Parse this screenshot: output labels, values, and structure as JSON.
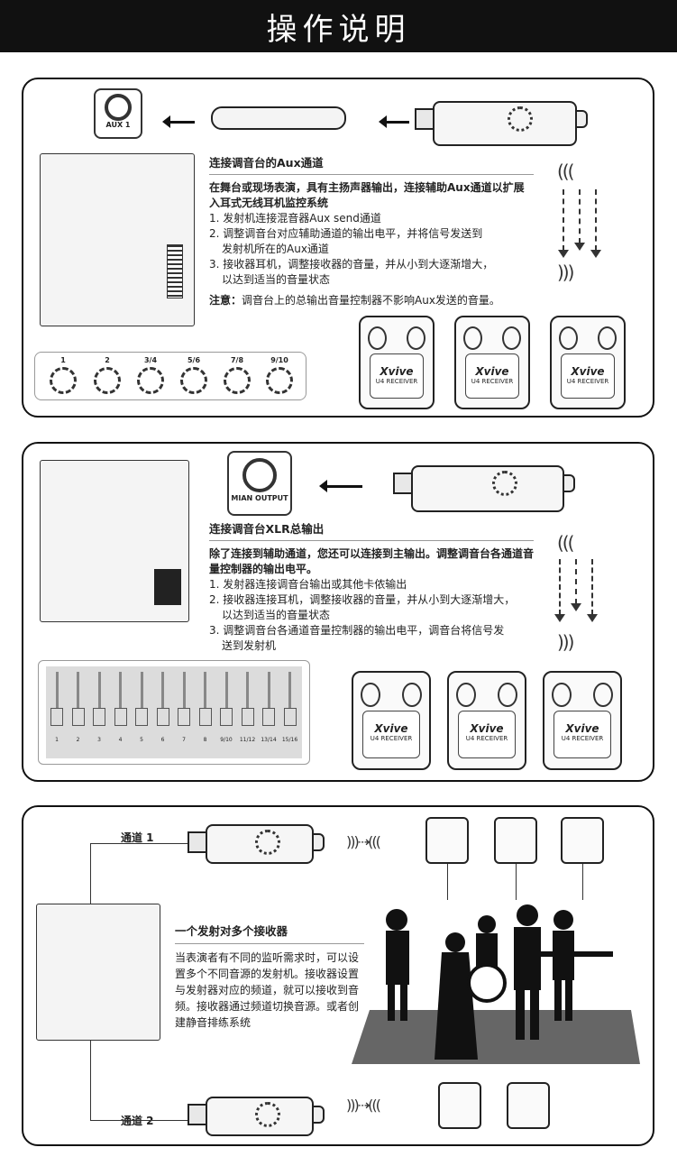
{
  "header": {
    "title": "操作说明"
  },
  "section1": {
    "jack_label": "AUX 1",
    "heading": "连接调音台的Aux通道",
    "lead": "在舞台或现场表演，具有主扬声器输出，连接辅助Aux通道以扩展入耳式无线耳机监控系统",
    "steps": [
      "1. 发射机连接混音器Aux send通道",
      "2. 调整调音台对应辅助通道的输出电平，并将信号发送到",
      "发射机所在的Aux通道",
      "3. 接收器耳机，调整接收器的音量，并从小到大逐渐增大，",
      "以达到适当的音量状态"
    ],
    "note_label": "注意：",
    "note": "调音台上的总输出音量控制器不影响Aux发送的音量。",
    "aux_channels": [
      "1",
      "2",
      "3/4",
      "5/6",
      "7/8",
      "9/10"
    ]
  },
  "section2": {
    "jack_label": "MIAN OUTPUT",
    "heading": "连接调音台XLR总输出",
    "lead": "除了连接到辅助通道，您还可以连接到主输出。调整调音台各通道音量控制器的输出电平。",
    "steps": [
      "1. 发射器连接调音台输出或其他卡侬输出",
      "2. 接收器连接耳机，调整接收器的音量，并从小到大逐渐增大，",
      "以达到适当的音量状态",
      "3. 调整调音台各通道音量控制器的输出电平，调音台将信号发",
      "送到发射机"
    ],
    "fader_channels": [
      "1",
      "2",
      "3",
      "4",
      "5",
      "6",
      "7",
      "8",
      "9/10",
      "11/12",
      "13/14",
      "15/16"
    ]
  },
  "section3": {
    "channel1": "通道 1",
    "channel2": "通道 2",
    "heading": "一个发射对多个接收器",
    "body": "当表演者有不同的监听需求时，可以设置多个不同音源的发射机。接收器设置与发射器对应的频道，就可以接收到音频。接收器通过频道切换音源。或者创建静音排练系统"
  },
  "receiver": {
    "brand": "Xvive",
    "model": "U4 RECEIVER"
  }
}
